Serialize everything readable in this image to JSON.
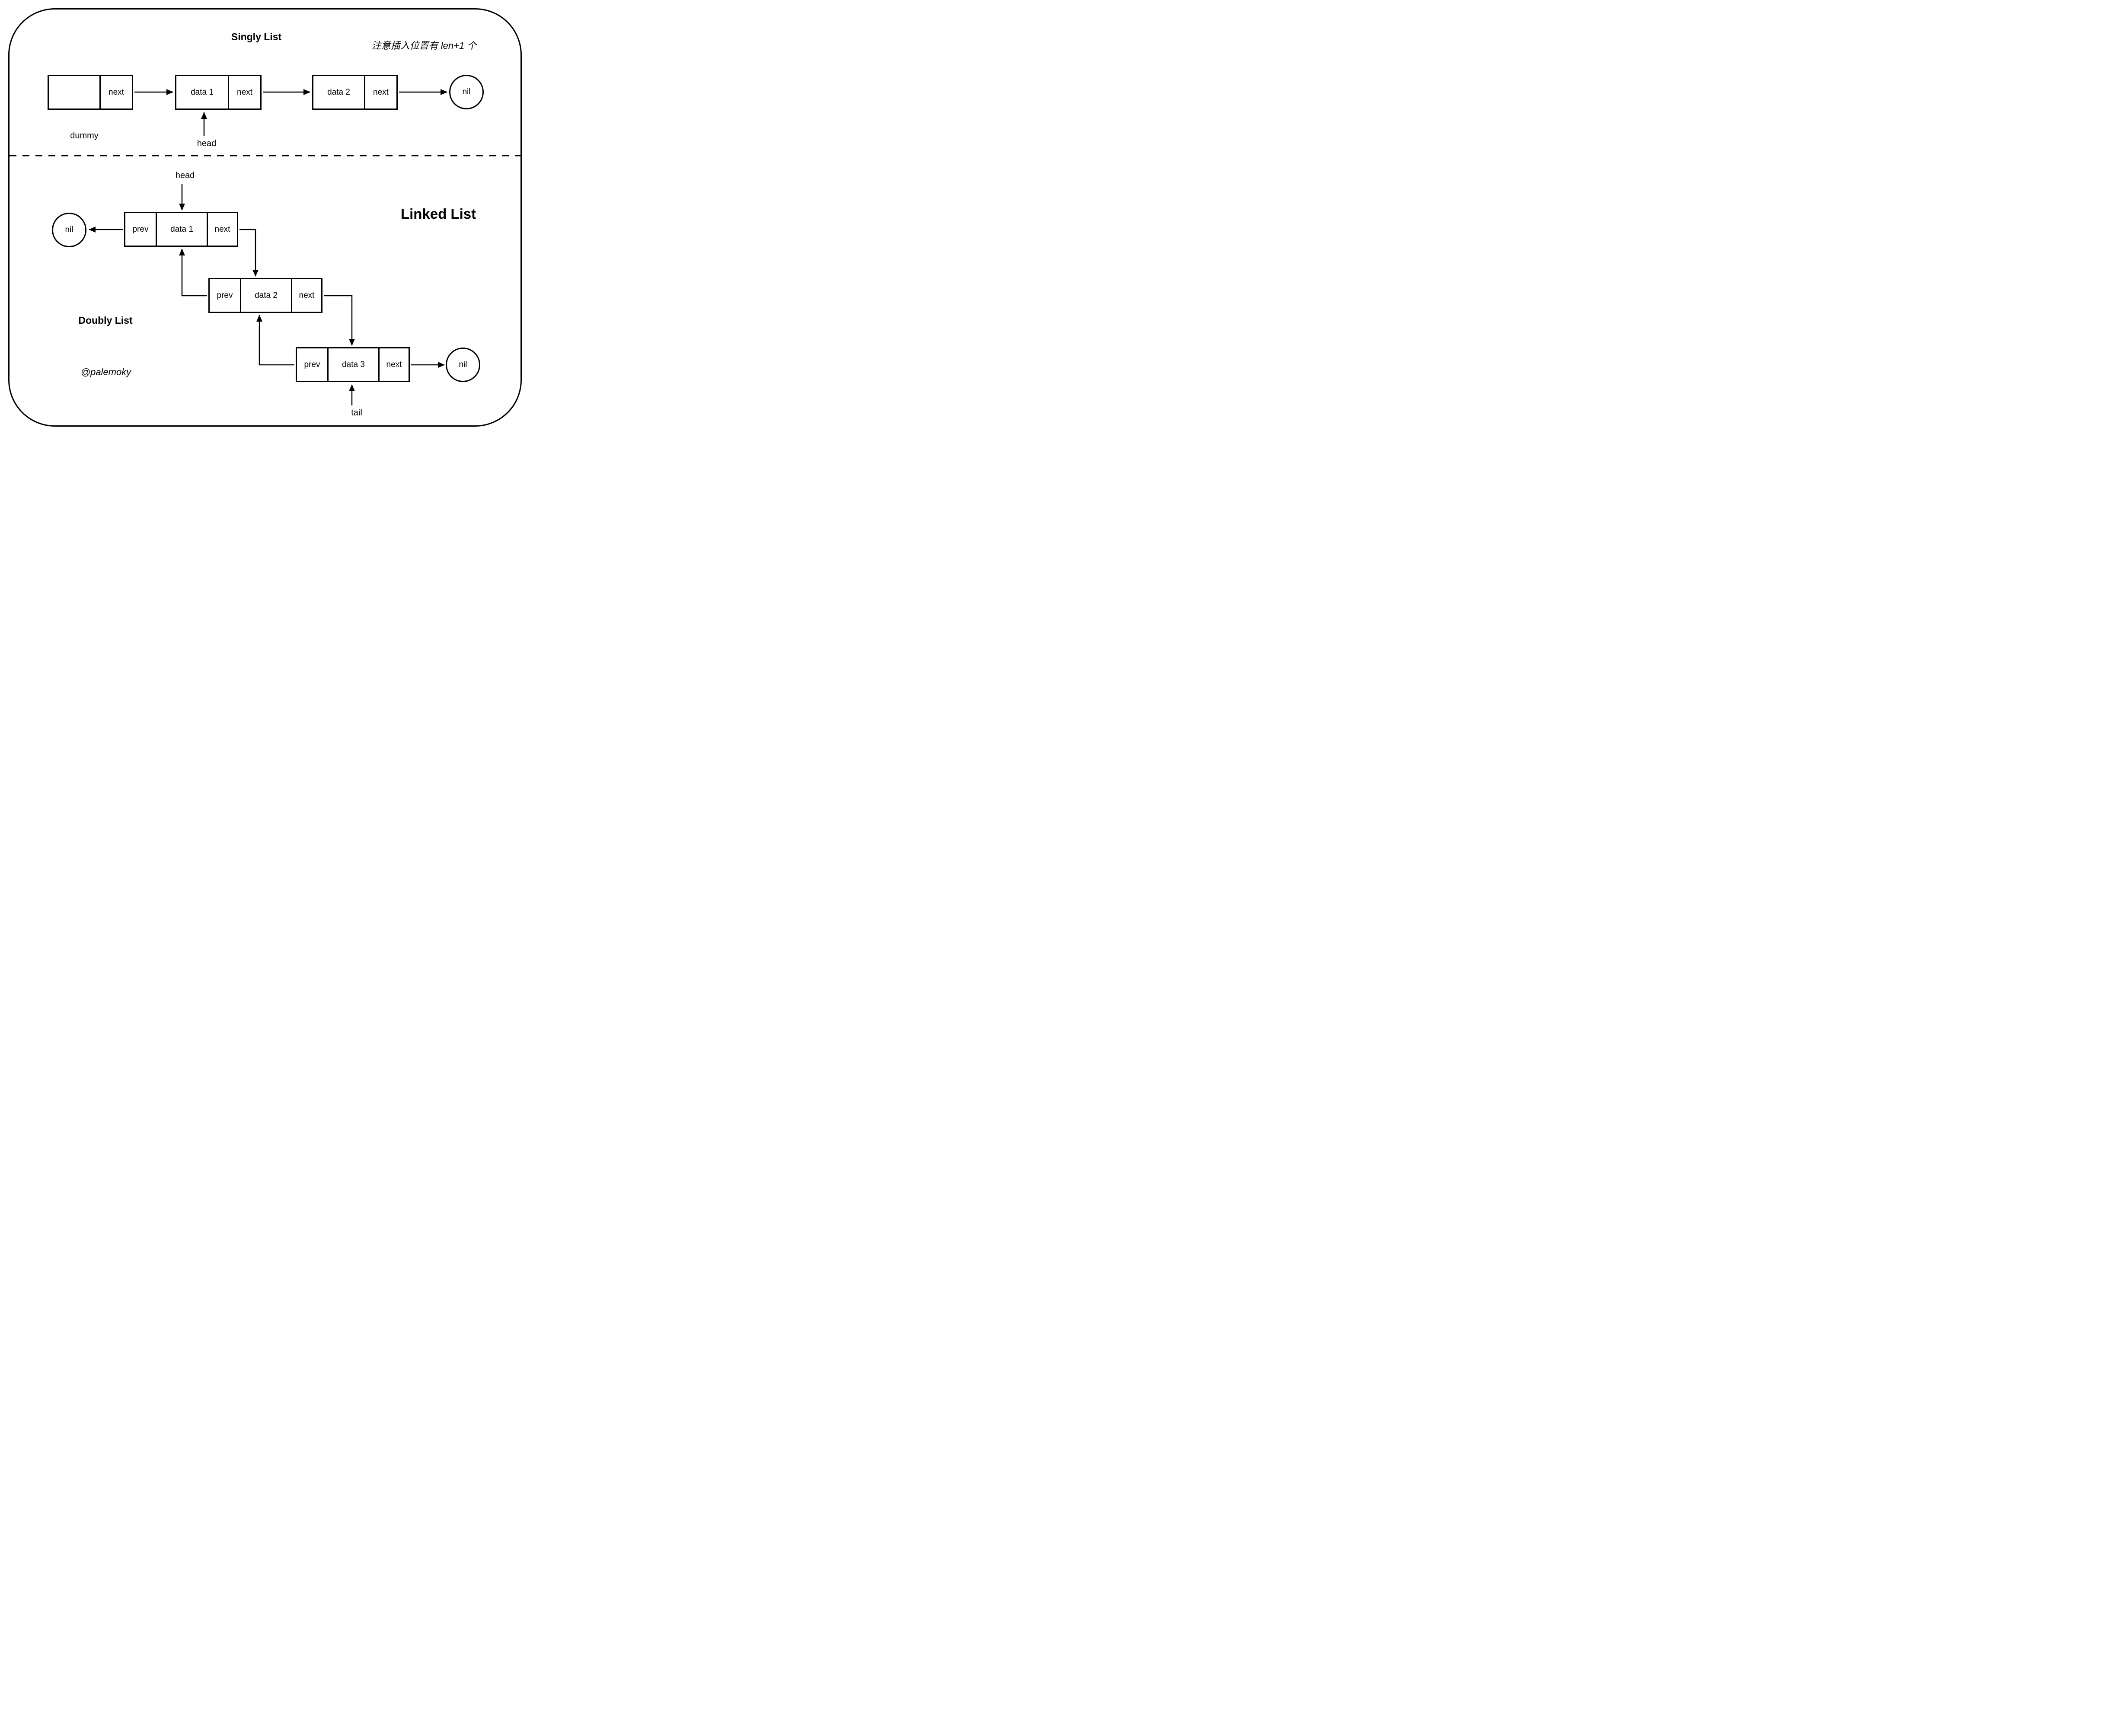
{
  "colors": {
    "ink": "#000000",
    "paper": "#ffffff"
  },
  "singly": {
    "title": "Singly List",
    "note": "注意插入位置有 len+1 个",
    "dummy_label": "dummy",
    "head_label": "head",
    "nil_label": "nil",
    "nodes": [
      {
        "data": "",
        "next": "next"
      },
      {
        "data": "data 1",
        "next": "next"
      },
      {
        "data": "data 2",
        "next": "next"
      }
    ]
  },
  "doubly": {
    "title": "Linked List",
    "section_label": "Doubly List",
    "author": "@palemoky",
    "head_label": "head",
    "tail_label": "tail",
    "nil_left_label": "nil",
    "nil_right_label": "nil",
    "nodes": [
      {
        "prev": "prev",
        "data": "data 1",
        "next": "next"
      },
      {
        "prev": "prev",
        "data": "data 2",
        "next": "next"
      },
      {
        "prev": "prev",
        "data": "data 3",
        "next": "next"
      }
    ]
  }
}
